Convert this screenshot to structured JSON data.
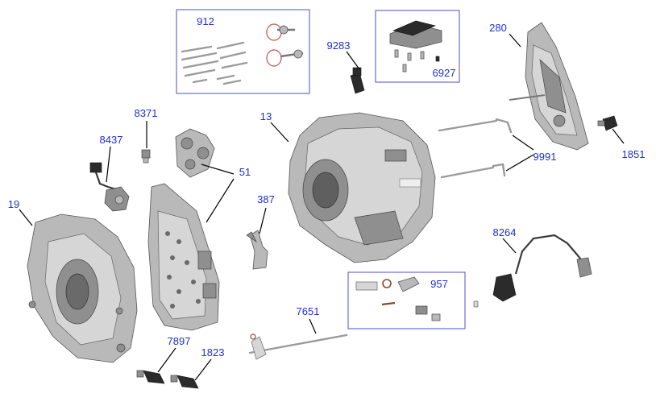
{
  "callouts": {
    "c912": "912",
    "c9283": "9283",
    "c6927": "6927",
    "c280": "280",
    "c8371": "8371",
    "c13": "13",
    "c8437": "8437",
    "c51": "51",
    "c9991": "9991",
    "c1851": "1851",
    "c19": "19",
    "c387": "387",
    "c8264": "8264",
    "c957": "957",
    "c7651": "7651",
    "c7897": "7897",
    "c1823": "1823"
  },
  "colors": {
    "callout_text": "#1f2fd0",
    "group_box": "#4b4fc8",
    "leader_line": "#000000",
    "background": "#ffffff"
  }
}
